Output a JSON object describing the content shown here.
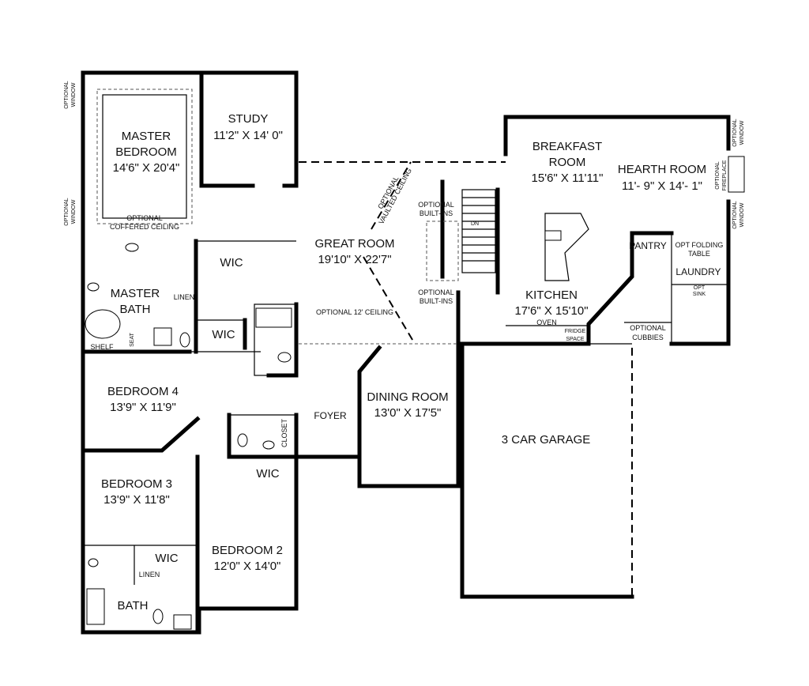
{
  "rooms": {
    "master_bedroom": {
      "name_1": "MASTER",
      "name_2": "BEDROOM",
      "dims": "14'6\" X 20'4\""
    },
    "study": {
      "name": "STUDY",
      "dims": "11'2\" X 14' 0\""
    },
    "great_room": {
      "name": "GREAT ROOM",
      "dims": "19'10\" X 22'7\""
    },
    "breakfast_room": {
      "name_1": "BREAKFAST",
      "name_2": "ROOM",
      "dims": "15'6\" X 11'11\""
    },
    "hearth_room": {
      "name": "HEARTH ROOM",
      "dims": "11'- 9\" X 14'- 1\""
    },
    "kitchen": {
      "name": "KITCHEN",
      "dims": "17'6\" X 15'10\""
    },
    "master_bath": {
      "name_1": "MASTER",
      "name_2": "BATH"
    },
    "wic_master_1": {
      "name": "WIC"
    },
    "wic_master_2": {
      "name": "WIC"
    },
    "bedroom_4": {
      "name": "BEDROOM 4",
      "dims": "13'9\" X 11'9\""
    },
    "dining_room": {
      "name": "DINING ROOM",
      "dims": "13'0\" X 17'5\""
    },
    "foyer": {
      "name": "FOYER"
    },
    "garage": {
      "name": "3 CAR GARAGE"
    },
    "bedroom_3": {
      "name": "BEDROOM 3",
      "dims": "13'9\" X 11'8\""
    },
    "bedroom_2": {
      "name": "BEDROOM 2",
      "dims": "12'0\" X 14'0\""
    },
    "wic_bed2": {
      "name": "WIC"
    },
    "wic_bed3": {
      "name": "WIC"
    },
    "bath": {
      "name": "BATH"
    },
    "pantry": {
      "name": "PANTRY"
    },
    "laundry": {
      "name": "LAUNDRY"
    }
  },
  "labels": {
    "optional_window_1": {
      "line_1": "OPTIONAL",
      "line_2": "WINDOW"
    },
    "optional_window_2": {
      "line_1": "OPTIONAL",
      "line_2": "WINDOW"
    },
    "optional_window_3": {
      "line_1": "OPTIONAL",
      "line_2": "WINDOW"
    },
    "optional_window_4": {
      "line_1": "OPTIONAL",
      "line_2": "WINDOW"
    },
    "coffered_ceiling": {
      "line_1": "OPTIONAL",
      "line_2": "COFFERED CEILING"
    },
    "vaulted_ceiling": {
      "line_1": "OPTIONAL",
      "line_2": "VAULTED CEILING"
    },
    "optional_12_ceiling": "OPTIONAL 12' CEILING",
    "built_ins_top": {
      "line_1": "OPTIONAL",
      "line_2": "BUILT-INS"
    },
    "built_ins_bottom": {
      "line_1": "OPTIONAL",
      "line_2": "BUILT-INS"
    },
    "dn": "DN",
    "optional_fireplace": {
      "line_1": "OPTIONAL",
      "line_2": "FIREPLACE"
    },
    "opt_folding_table": {
      "line_1": "OPT FOLDING",
      "line_2": "TABLE"
    },
    "opt_sink": {
      "line_1": "OPT",
      "line_2": "SINK"
    },
    "oven": "OVEN",
    "fridge_space": {
      "line_1": "FRIDGE",
      "line_2": "SPACE"
    },
    "optional_cubbies": {
      "line_1": "OPTIONAL",
      "line_2": "CUBBIES"
    },
    "linen_master": "LINEN",
    "linen_bath": "LINEN",
    "shelf": "SHELF",
    "seat": "SEAT",
    "closet": "CLOSET"
  }
}
